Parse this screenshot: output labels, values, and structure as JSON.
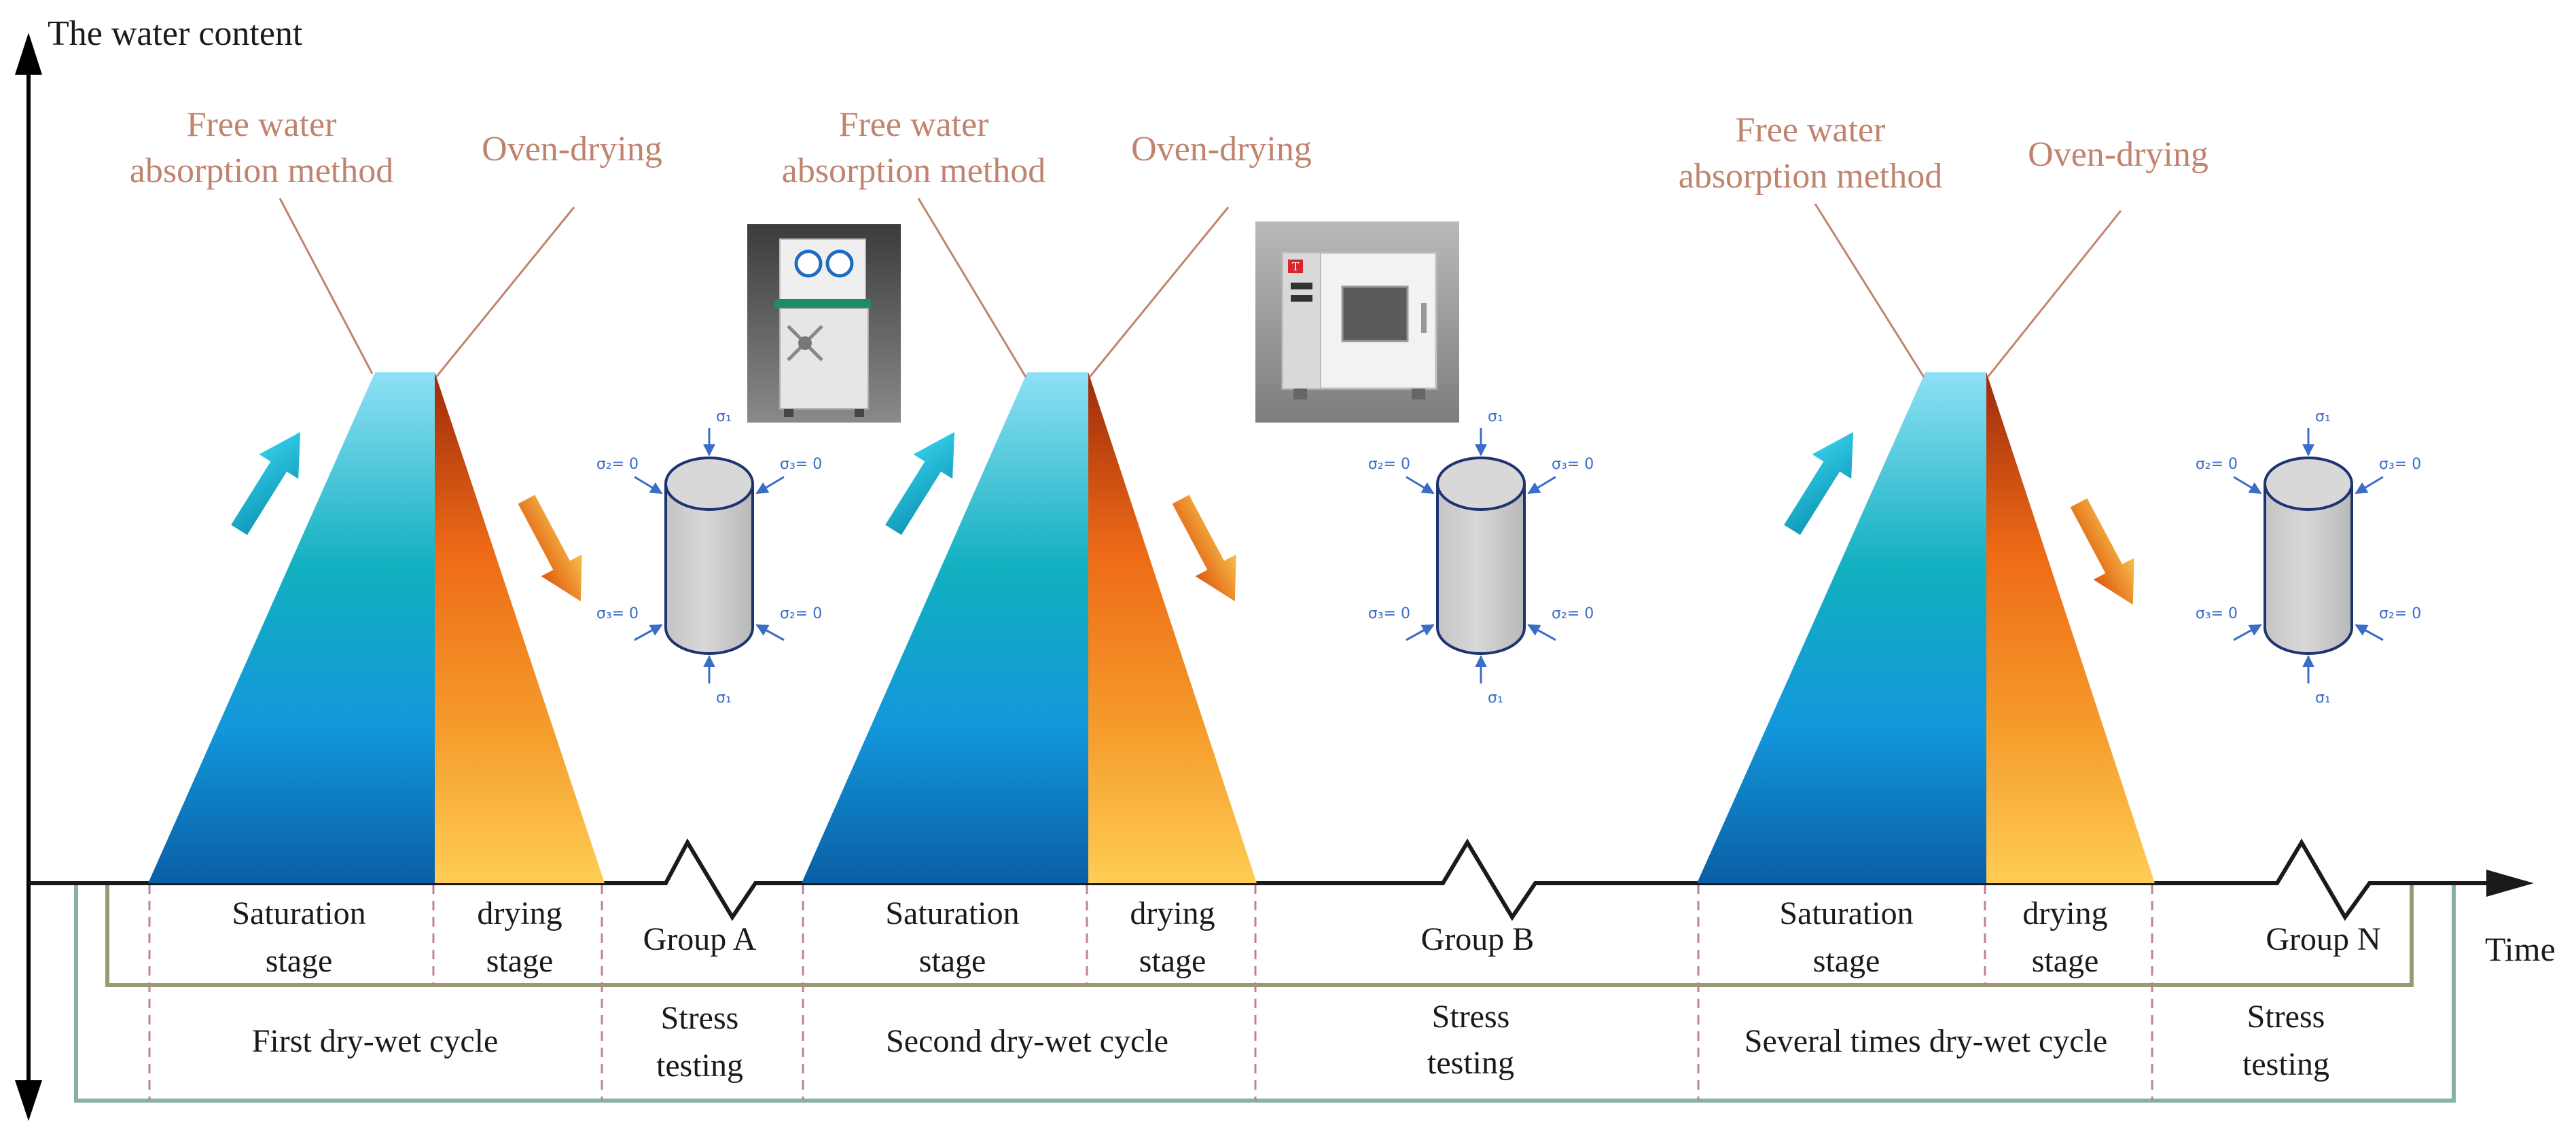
{
  "axes": {
    "y_label": "The water content",
    "x_label": "Time"
  },
  "phases": [
    {
      "wet_method": [
        "Free water",
        "absorption method"
      ],
      "dry_method": "Oven-drying",
      "wet_stage": [
        "Saturation",
        "stage"
      ],
      "dry_stage": [
        "drying",
        "stage"
      ],
      "cycle_label": "First dry-wet cycle",
      "group_label": "Group A",
      "test_label": [
        "Stress",
        "testing"
      ],
      "equipment": "saturation-apparatus"
    },
    {
      "wet_method": [
        "Free water",
        "absorption method"
      ],
      "dry_method": "Oven-drying",
      "wet_stage": [
        "Saturation",
        "stage"
      ],
      "dry_stage": [
        "drying",
        "stage"
      ],
      "cycle_label": "Second dry-wet cycle",
      "group_label": "Group B",
      "test_label": [
        "Stress",
        "testing"
      ],
      "equipment": "drying-oven"
    },
    {
      "wet_method": [
        "Free water",
        "absorption method"
      ],
      "dry_method": "Oven-drying",
      "wet_stage": [
        "Saturation",
        "stage"
      ],
      "dry_stage": [
        "drying",
        "stage"
      ],
      "cycle_label": "Several times dry-wet cycle",
      "group_label": "Group N",
      "test_label": [
        "Stress",
        "testing"
      ]
    }
  ],
  "stress_labels": {
    "sigma1": "σ₁",
    "sigma2": "σ₂= 0",
    "sigma3": "σ₃= 0"
  },
  "equipment_text": {
    "oven_brand": "T"
  },
  "colors": {
    "wet_top": "#8fe0f5",
    "wet_mid": "#12b0c0",
    "wet_bottom": "#0a64a8",
    "dry_top": "#a8340f",
    "dry_mid": "#f08020",
    "dry_bottom": "#ffc850",
    "rose": "#c0846e",
    "stress_blue": "#3a6cc8",
    "bracket_olive": "#9a9a70",
    "bracket_teal": "#86b0a8",
    "divider": "#c08098"
  }
}
